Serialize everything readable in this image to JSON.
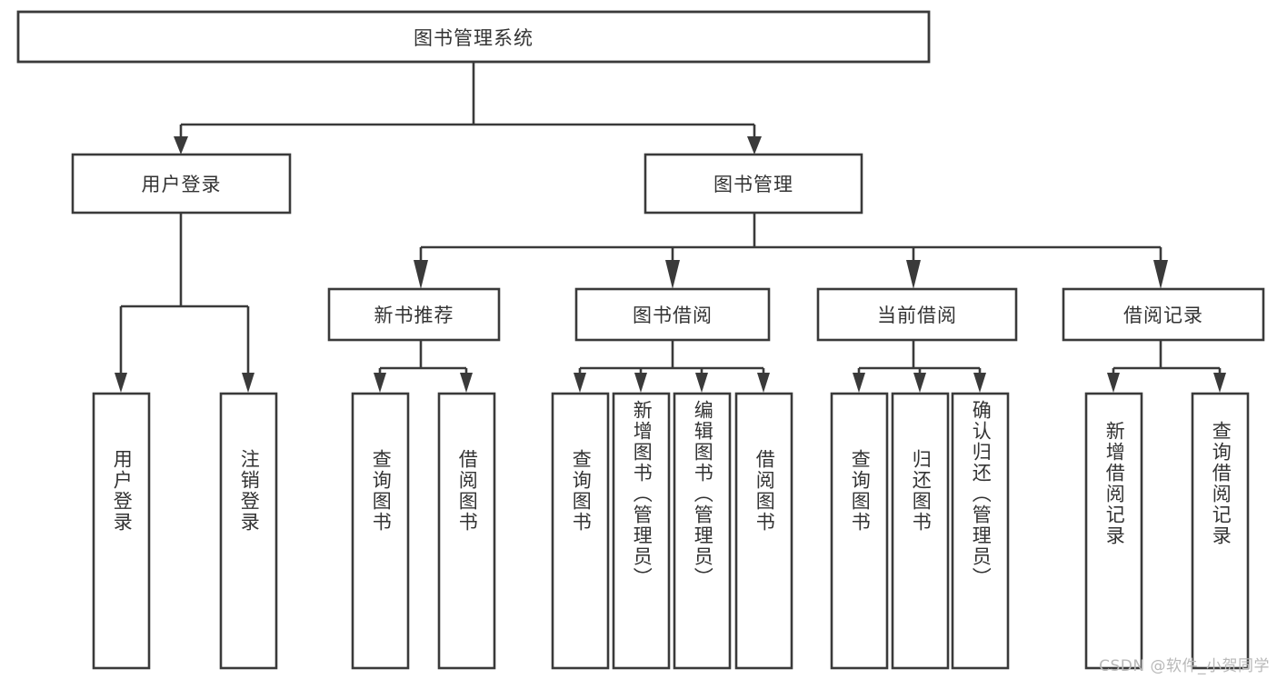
{
  "diagram": {
    "title": "图书管理系统",
    "type": "tree-hierarchy-diagram",
    "orientation": "top-down",
    "colors": {
      "box_stroke": "#3a3a3a",
      "box_fill": "#ffffff",
      "connector": "#3a3a3a",
      "label_text": "#333333",
      "background": "#ffffff",
      "watermark": "#b9b9b9"
    },
    "root": {
      "label": "图书管理系统"
    },
    "level1": [
      {
        "label": "用户登录"
      },
      {
        "label": "图书管理"
      }
    ],
    "level2": [
      {
        "label": "新书推荐"
      },
      {
        "label": "图书借阅"
      },
      {
        "label": "当前借阅"
      },
      {
        "label": "借阅记录"
      }
    ],
    "leaves": {
      "user_login": [
        {
          "label": "用户登录"
        },
        {
          "label": "注销登录"
        }
      ],
      "new_book_recommend": [
        {
          "label": "查询图书"
        },
        {
          "label": "借阅图书"
        }
      ],
      "book_borrow": [
        {
          "label": "查询图书"
        },
        {
          "label": "新增图书（管理员）"
        },
        {
          "label": "编辑图书（管理员）"
        },
        {
          "label": "借阅图书"
        }
      ],
      "current_borrow": [
        {
          "label": "查询图书"
        },
        {
          "label": "归还图书"
        },
        {
          "label": "确认归还（管理员）"
        }
      ],
      "borrow_record": [
        {
          "label": "新增借阅记录"
        },
        {
          "label": "查询借阅记录"
        }
      ]
    }
  },
  "watermark": {
    "text": "CSDN @软件_小贺同学"
  }
}
